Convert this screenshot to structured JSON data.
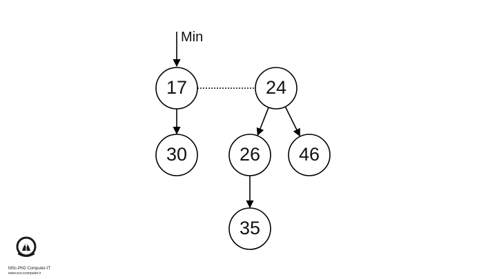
{
  "pointer": {
    "label": "Min",
    "target": "n17"
  },
  "nodes": [
    {
      "id": "n17",
      "value": "17"
    },
    {
      "id": "n24",
      "value": "24"
    },
    {
      "id": "n30",
      "value": "30"
    },
    {
      "id": "n26",
      "value": "26"
    },
    {
      "id": "n46",
      "value": "46"
    },
    {
      "id": "n35",
      "value": "35"
    }
  ],
  "edges": [
    {
      "from": "n17",
      "to": "n30"
    },
    {
      "from": "n24",
      "to": "n26"
    },
    {
      "from": "n24",
      "to": "n46"
    },
    {
      "from": "n26",
      "to": "n35"
    }
  ],
  "root_links": [
    {
      "from": "n17",
      "to": "n24",
      "style": "dotted"
    }
  ],
  "logo": {
    "line1": "MSc-PhD Computer-IT",
    "line2": "www.sco-icomputer.ir"
  },
  "colors": {
    "stroke": "#000000",
    "text": "#111111",
    "background": "#ffffff"
  }
}
